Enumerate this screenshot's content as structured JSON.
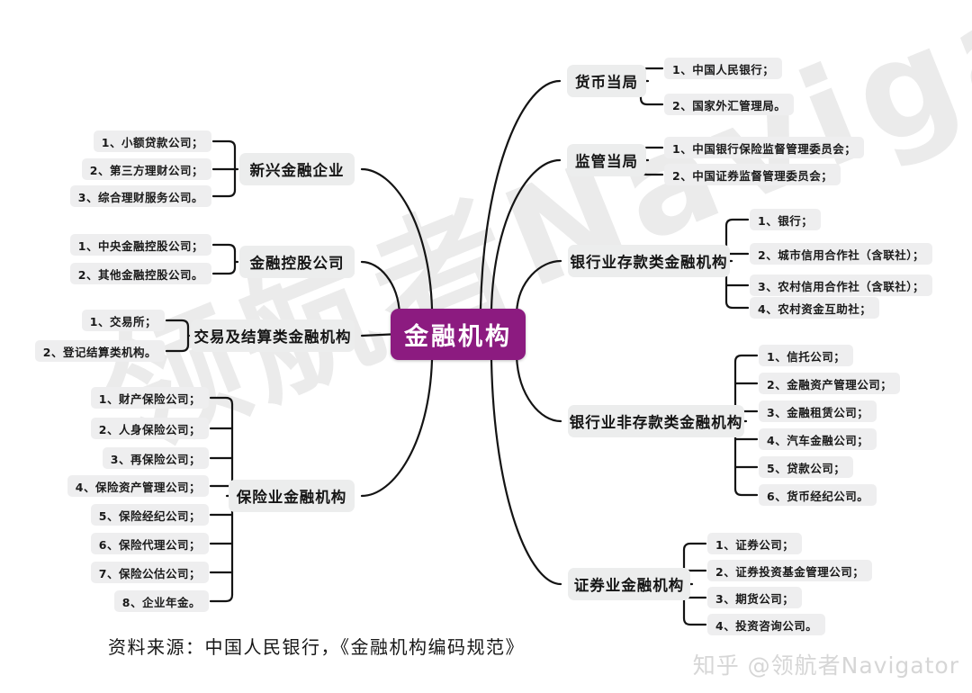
{
  "diagram": {
    "title": "金融机构",
    "root_color": "#8c1b80",
    "branch_color": "#eceded",
    "leaf_color": "#eeeeef",
    "line_color": "#141414"
  },
  "root": {
    "label": "金融机构"
  },
  "branches": [
    {
      "id": "monetary-authority",
      "label": "货币当局",
      "side": "right",
      "items": [
        "1、中国人民银行；",
        "2、国家外汇管理局。"
      ]
    },
    {
      "id": "regulatory-authority",
      "label": "监管当局",
      "side": "right",
      "items": [
        "1、中国银行保险监督管理委员会；",
        "2、中国证券监督管理委员会；"
      ]
    },
    {
      "id": "banking-deposit",
      "label": "银行业存款类金融机构",
      "side": "right",
      "items": [
        "1、银行；",
        "2、城市信用合作社（含联社）；",
        "3、农村信用合作社（含联社）；",
        "4、农村资金互助社；"
      ]
    },
    {
      "id": "banking-non-deposit",
      "label": "银行业非存款类金融机构",
      "side": "right",
      "items": [
        "1、信托公司；",
        "2、金融资产管理公司；",
        "3、金融租赁公司；",
        "4、汽车金融公司；",
        "5、贷款公司；",
        "6、货币经纪公司。"
      ]
    },
    {
      "id": "securities",
      "label": "证券业金融机构",
      "side": "right",
      "items": [
        "1、证券公司；",
        "2、证券投资基金管理公司；",
        "3、期货公司；",
        "4、投资咨询公司。"
      ]
    },
    {
      "id": "emerging-finance",
      "label": "新兴金融企业",
      "side": "left",
      "items": [
        "1、小额贷款公司；",
        "2、第三方理财公司；",
        "3、综合理财服务公司。"
      ]
    },
    {
      "id": "financial-holding",
      "label": "金融控股公司",
      "side": "left",
      "items": [
        "1、中央金融控股公司；",
        "2、其他金融控股公司。"
      ]
    },
    {
      "id": "trading-settlement",
      "label": "交易及结算类金融机构",
      "side": "left",
      "items": [
        "1、交易所；",
        "2、登记结算类机构。"
      ]
    },
    {
      "id": "insurance",
      "label": "保险业金融机构",
      "side": "left",
      "items": [
        "1、财产保险公司；",
        "2、人身保险公司；",
        "3、再保险公司；",
        "4、保险资产管理公司；",
        "5、保险经纪公司；",
        "6、保险代理公司；",
        "7、保险公估公司；",
        "8、企业年金。"
      ]
    }
  ],
  "footer": {
    "source": "资料来源：中国人民银行，《金融机构编码规范》",
    "watermark": "知乎 @领航者Navigator",
    "watermark_bg": "领航者Navigator"
  }
}
